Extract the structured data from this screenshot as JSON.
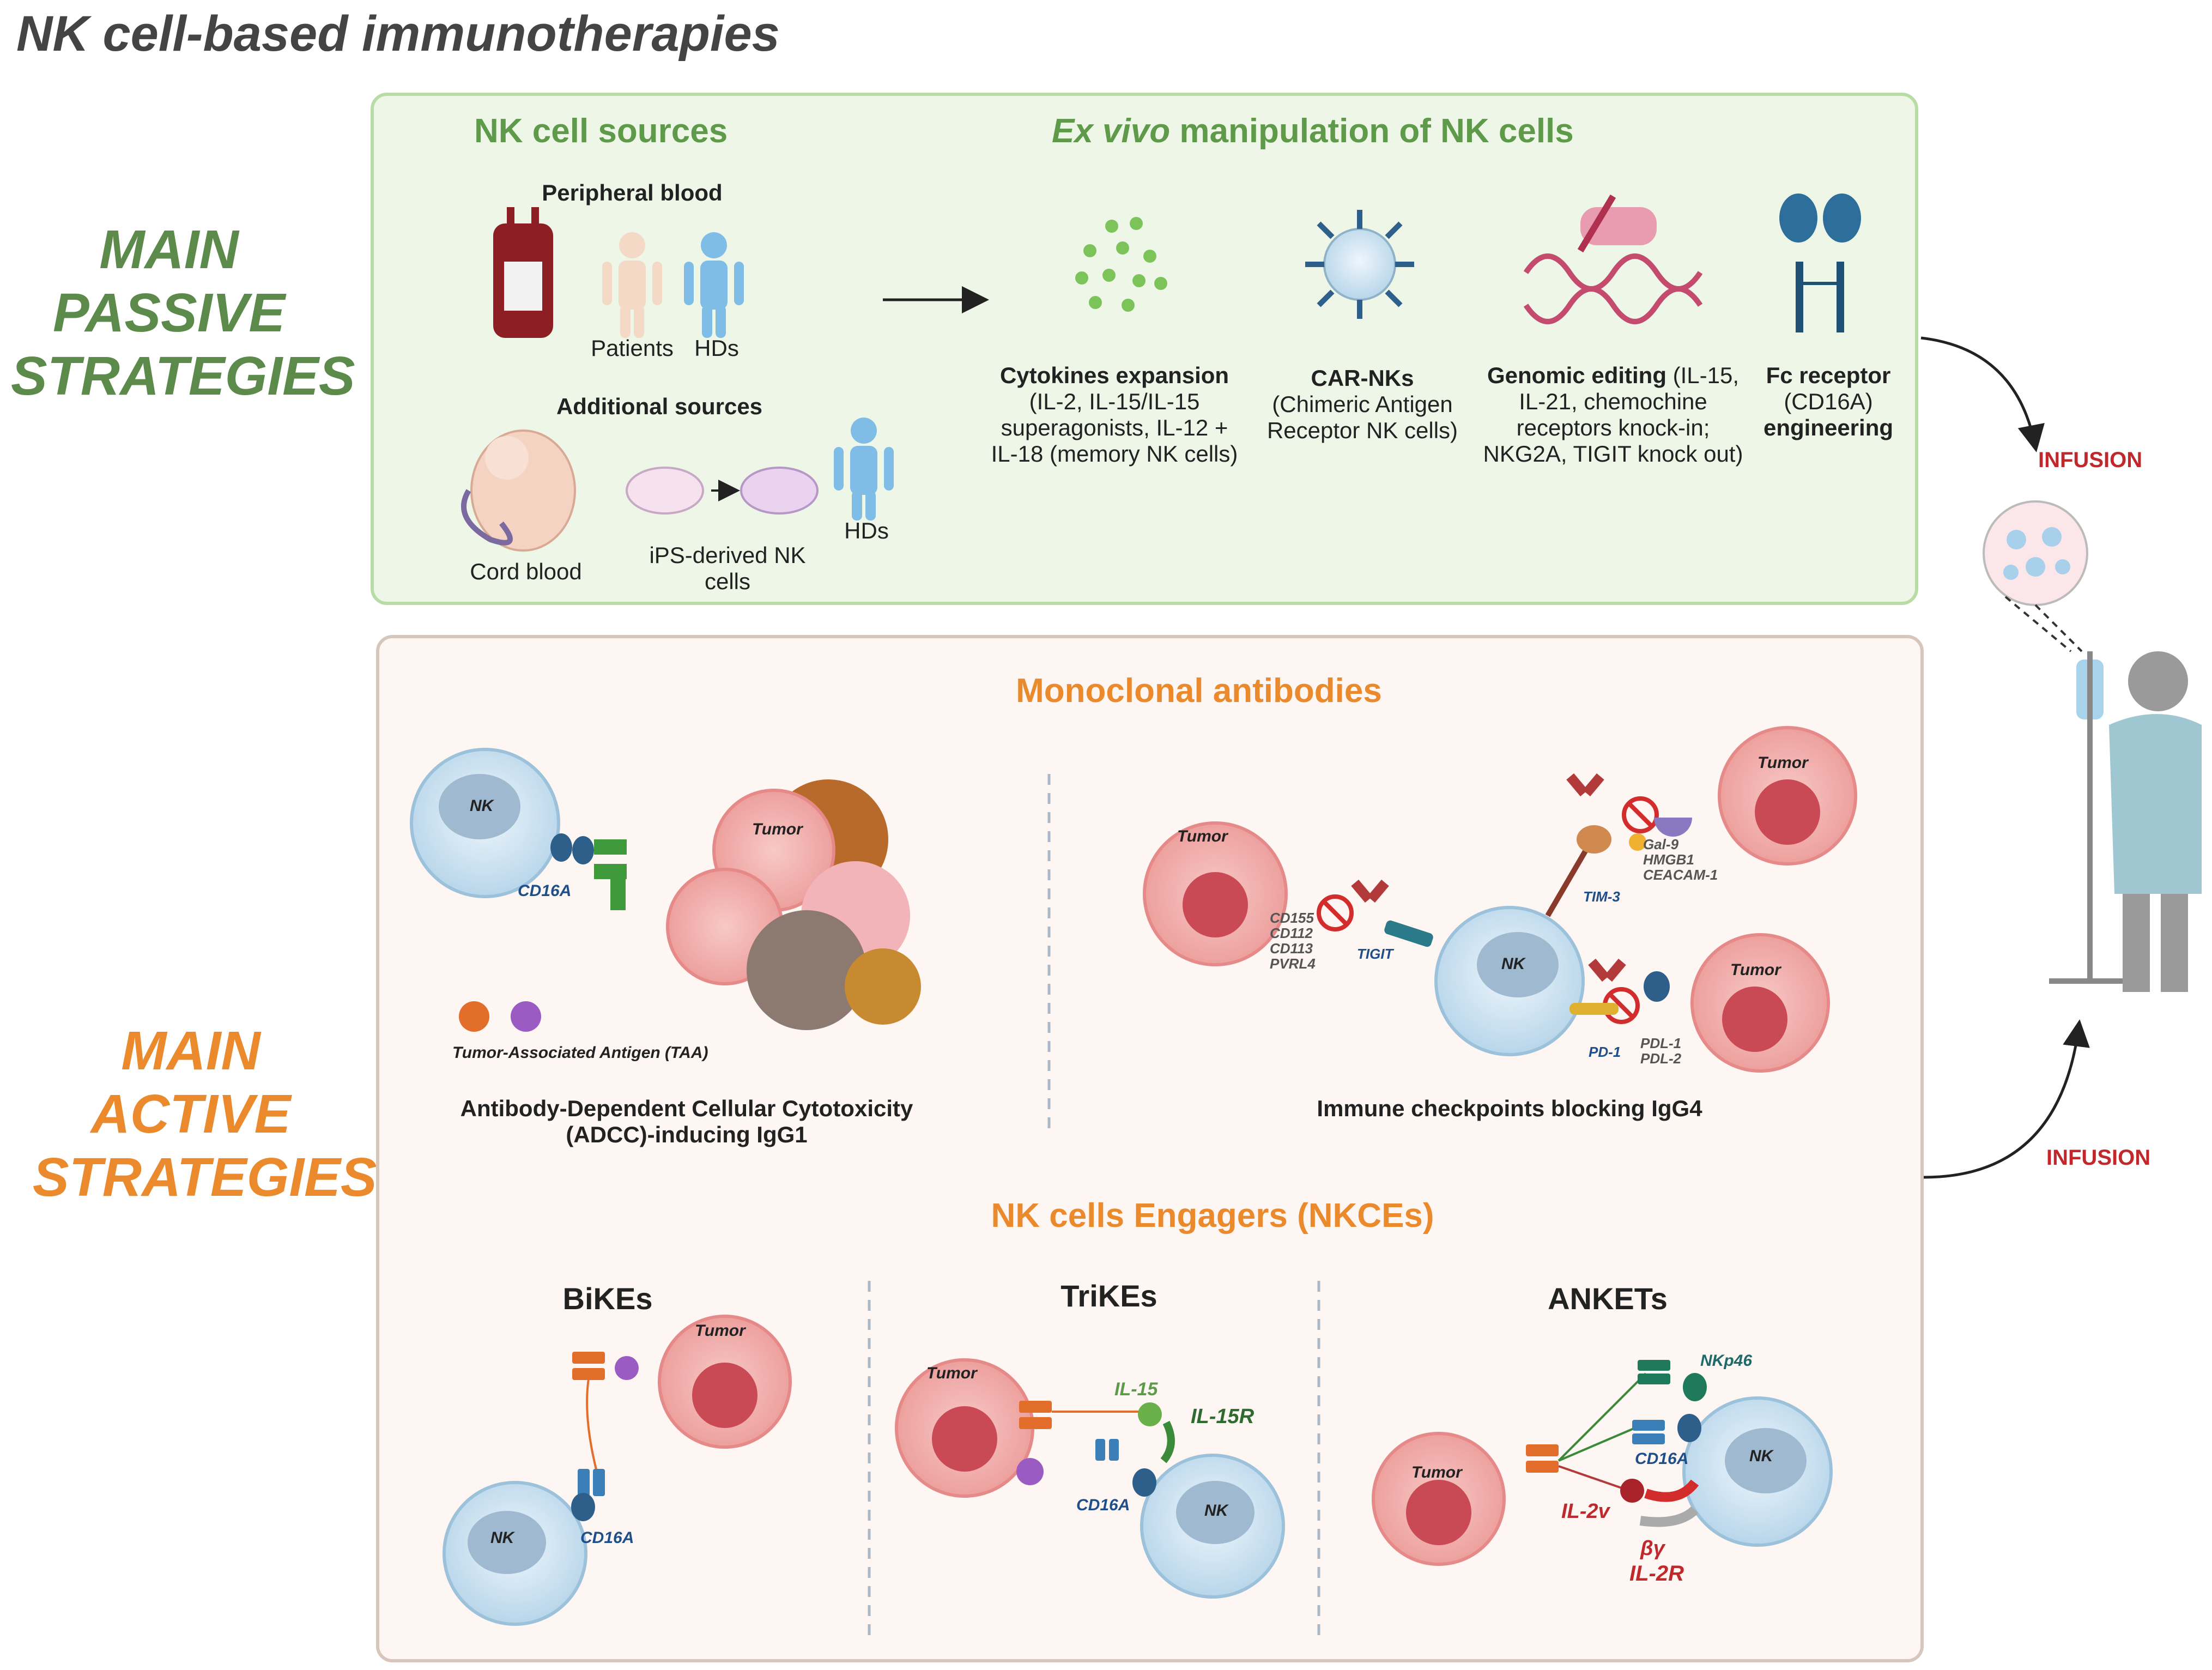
{
  "title": "NK cell-based immunotherapies",
  "side_labels": {
    "passive": [
      "MAIN",
      "PASSIVE",
      "STRATEGIES"
    ],
    "active": [
      "MAIN",
      "ACTIVE",
      "STRATEGIES"
    ]
  },
  "passive_panel": {
    "sources_heading": "NK cell sources",
    "manip_heading_em": "Ex vivo",
    "manip_heading_rest": " manipulation of NK cells",
    "peripheral_blood": "Peripheral blood",
    "patients": "Patients",
    "hds_1": "HDs",
    "additional_sources": "Additional sources",
    "cord_blood": "Cord blood",
    "ips_line1": "iPS-derived NK",
    "ips_line2": "cells",
    "hds_2": "HDs",
    "cytokines": {
      "bold": "Cytokines expansion",
      "lines": [
        "(IL-2, IL-15/IL-15",
        "superagonists, IL-12 +",
        "IL-18 (memory NK cells)"
      ]
    },
    "car": {
      "bold": "CAR-NKs",
      "lines": [
        "(Chimeric Antigen",
        "Receptor NK cells)"
      ]
    },
    "genomic": {
      "bold": "Genomic editing",
      "first_rest": " (IL-15,",
      "lines": [
        "IL-21, chemochine",
        "receptors knock-in;",
        "NKG2A, TIGIT knock out)"
      ]
    },
    "fc": {
      "bold": "Fc receptor",
      "mid": "(CD16A)",
      "bold2": "engineering"
    }
  },
  "infusion_top": "INFUSION",
  "infusion_bottom": "INFUSION",
  "active_panel": {
    "mab_heading": "Monoclonal antibodies",
    "adcc": {
      "nk": "NK",
      "cd16a": "CD16A",
      "tumor": "Tumor",
      "taa": "Tumor-Associated Antigen (TAA)",
      "caption_line1": "Antibody-Dependent Cellular Cytotoxicity",
      "caption_line2": "(ADCC)-inducing IgG1"
    },
    "checkpoint": {
      "tumor_left": "Tumor",
      "tumor_top": "Tumor",
      "tumor_bottom": "Tumor",
      "nk": "NK",
      "tigit": "TIGIT",
      "tim3": "TIM-3",
      "pd1": "PD-1",
      "ligands_tigit": [
        "CD155",
        "CD112",
        "CD113",
        "PVRL4"
      ],
      "ligands_tim3": [
        "Gal-9",
        "HMGB1",
        "CEACAM-1"
      ],
      "ligands_pd1": [
        "PDL-1",
        "PDL-2"
      ],
      "caption": "Immune checkpoints blocking IgG4"
    },
    "nkce_heading": "NK cells Engagers (NKCEs)",
    "bikes": {
      "heading": "BiKEs",
      "tumor": "Tumor",
      "nk": "NK",
      "cd16a": "CD16A"
    },
    "trikes": {
      "heading": "TriKEs",
      "tumor": "Tumor",
      "nk": "NK",
      "cd16a": "CD16A",
      "il15": "IL-15",
      "il15r": "IL-15R"
    },
    "ankets": {
      "heading": "ANKETs",
      "tumor": "Tumor",
      "nk": "NK",
      "nkp46": "NKp46",
      "cd16a": "CD16A",
      "il2v": "IL-2v",
      "by": "βγ",
      "il2r": "IL-2R"
    }
  },
  "colors": {
    "green_text": "#5e9a4a",
    "orange_text": "#ea8a2c",
    "red_text": "#c0282c",
    "nk_blue": "#cfe3f0",
    "tumor_pink": "#f0a9a8"
  }
}
